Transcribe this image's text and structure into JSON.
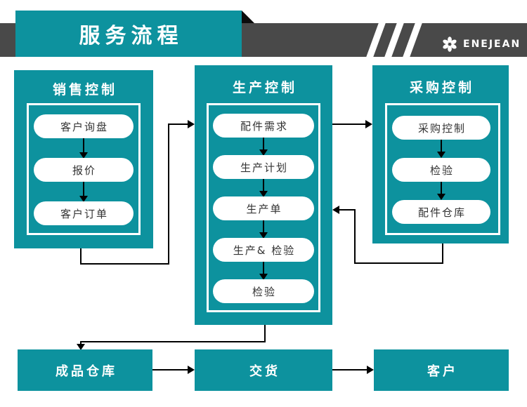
{
  "header": {
    "title": "服务流程",
    "brand": "ENEJEAN",
    "brand_icon": "flower-pinwheel-icon",
    "colors": {
      "teal": "#0d929e",
      "bar_gray": "#494949",
      "line_black": "#000000"
    }
  },
  "columns": [
    {
      "title": "销售控制",
      "steps": [
        "客户询盘",
        "报价",
        "客户订单"
      ]
    },
    {
      "title": "生产控制",
      "steps": [
        "配件需求",
        "生产计划",
        "生产单",
        "生产& 检验",
        "检验"
      ]
    },
    {
      "title": "采购控制",
      "steps": [
        "采购控制",
        "检验",
        "配件仓库"
      ]
    }
  ],
  "bottom_row": [
    "成品仓库",
    "交货",
    "客户"
  ],
  "connections": [
    "销售控制 → 生产控制",
    "生产控制 → 采购控制",
    "采购控制(配件仓库) → 生产控制(生产单)",
    "生产控制(检验) → 成品仓库",
    "成品仓库 → 交货",
    "交货 → 客户"
  ]
}
